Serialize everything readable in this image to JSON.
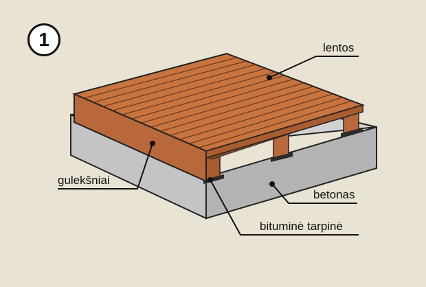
{
  "figure": {
    "number": "1",
    "colors": {
      "background": "#e9e3d3",
      "wood": "#c8743f",
      "wood_dark": "#a85c2f",
      "concrete": "#c9c9c9",
      "concrete_side": "#b5b5b5",
      "ink": "#111111"
    },
    "labels": {
      "boards": "lentos",
      "joists": "gulekšniai",
      "concrete": "betonas",
      "bitumen": "bituminė tarpinė"
    }
  }
}
